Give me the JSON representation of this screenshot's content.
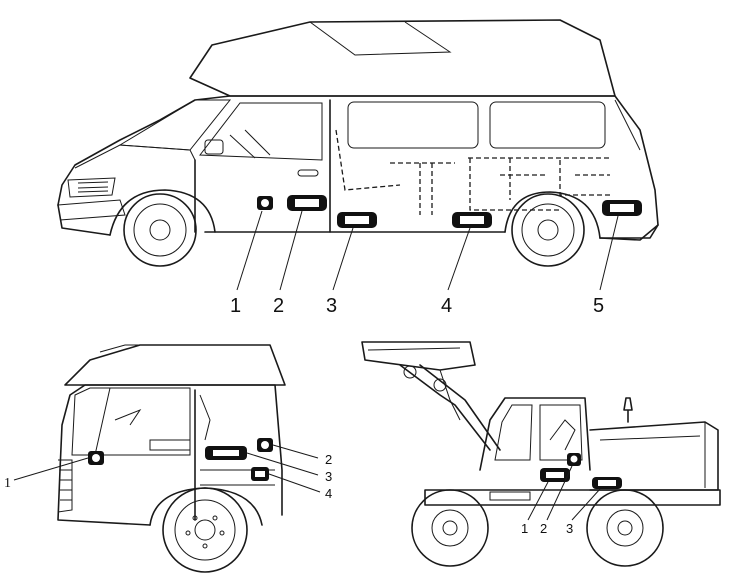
{
  "diagram": {
    "van": {
      "labels": [
        "1",
        "2",
        "3",
        "4",
        "5"
      ]
    },
    "truck": {
      "labels": [
        "1",
        "2",
        "3",
        "4"
      ]
    },
    "excavator": {
      "labels": [
        "1",
        "2",
        "3"
      ]
    }
  }
}
